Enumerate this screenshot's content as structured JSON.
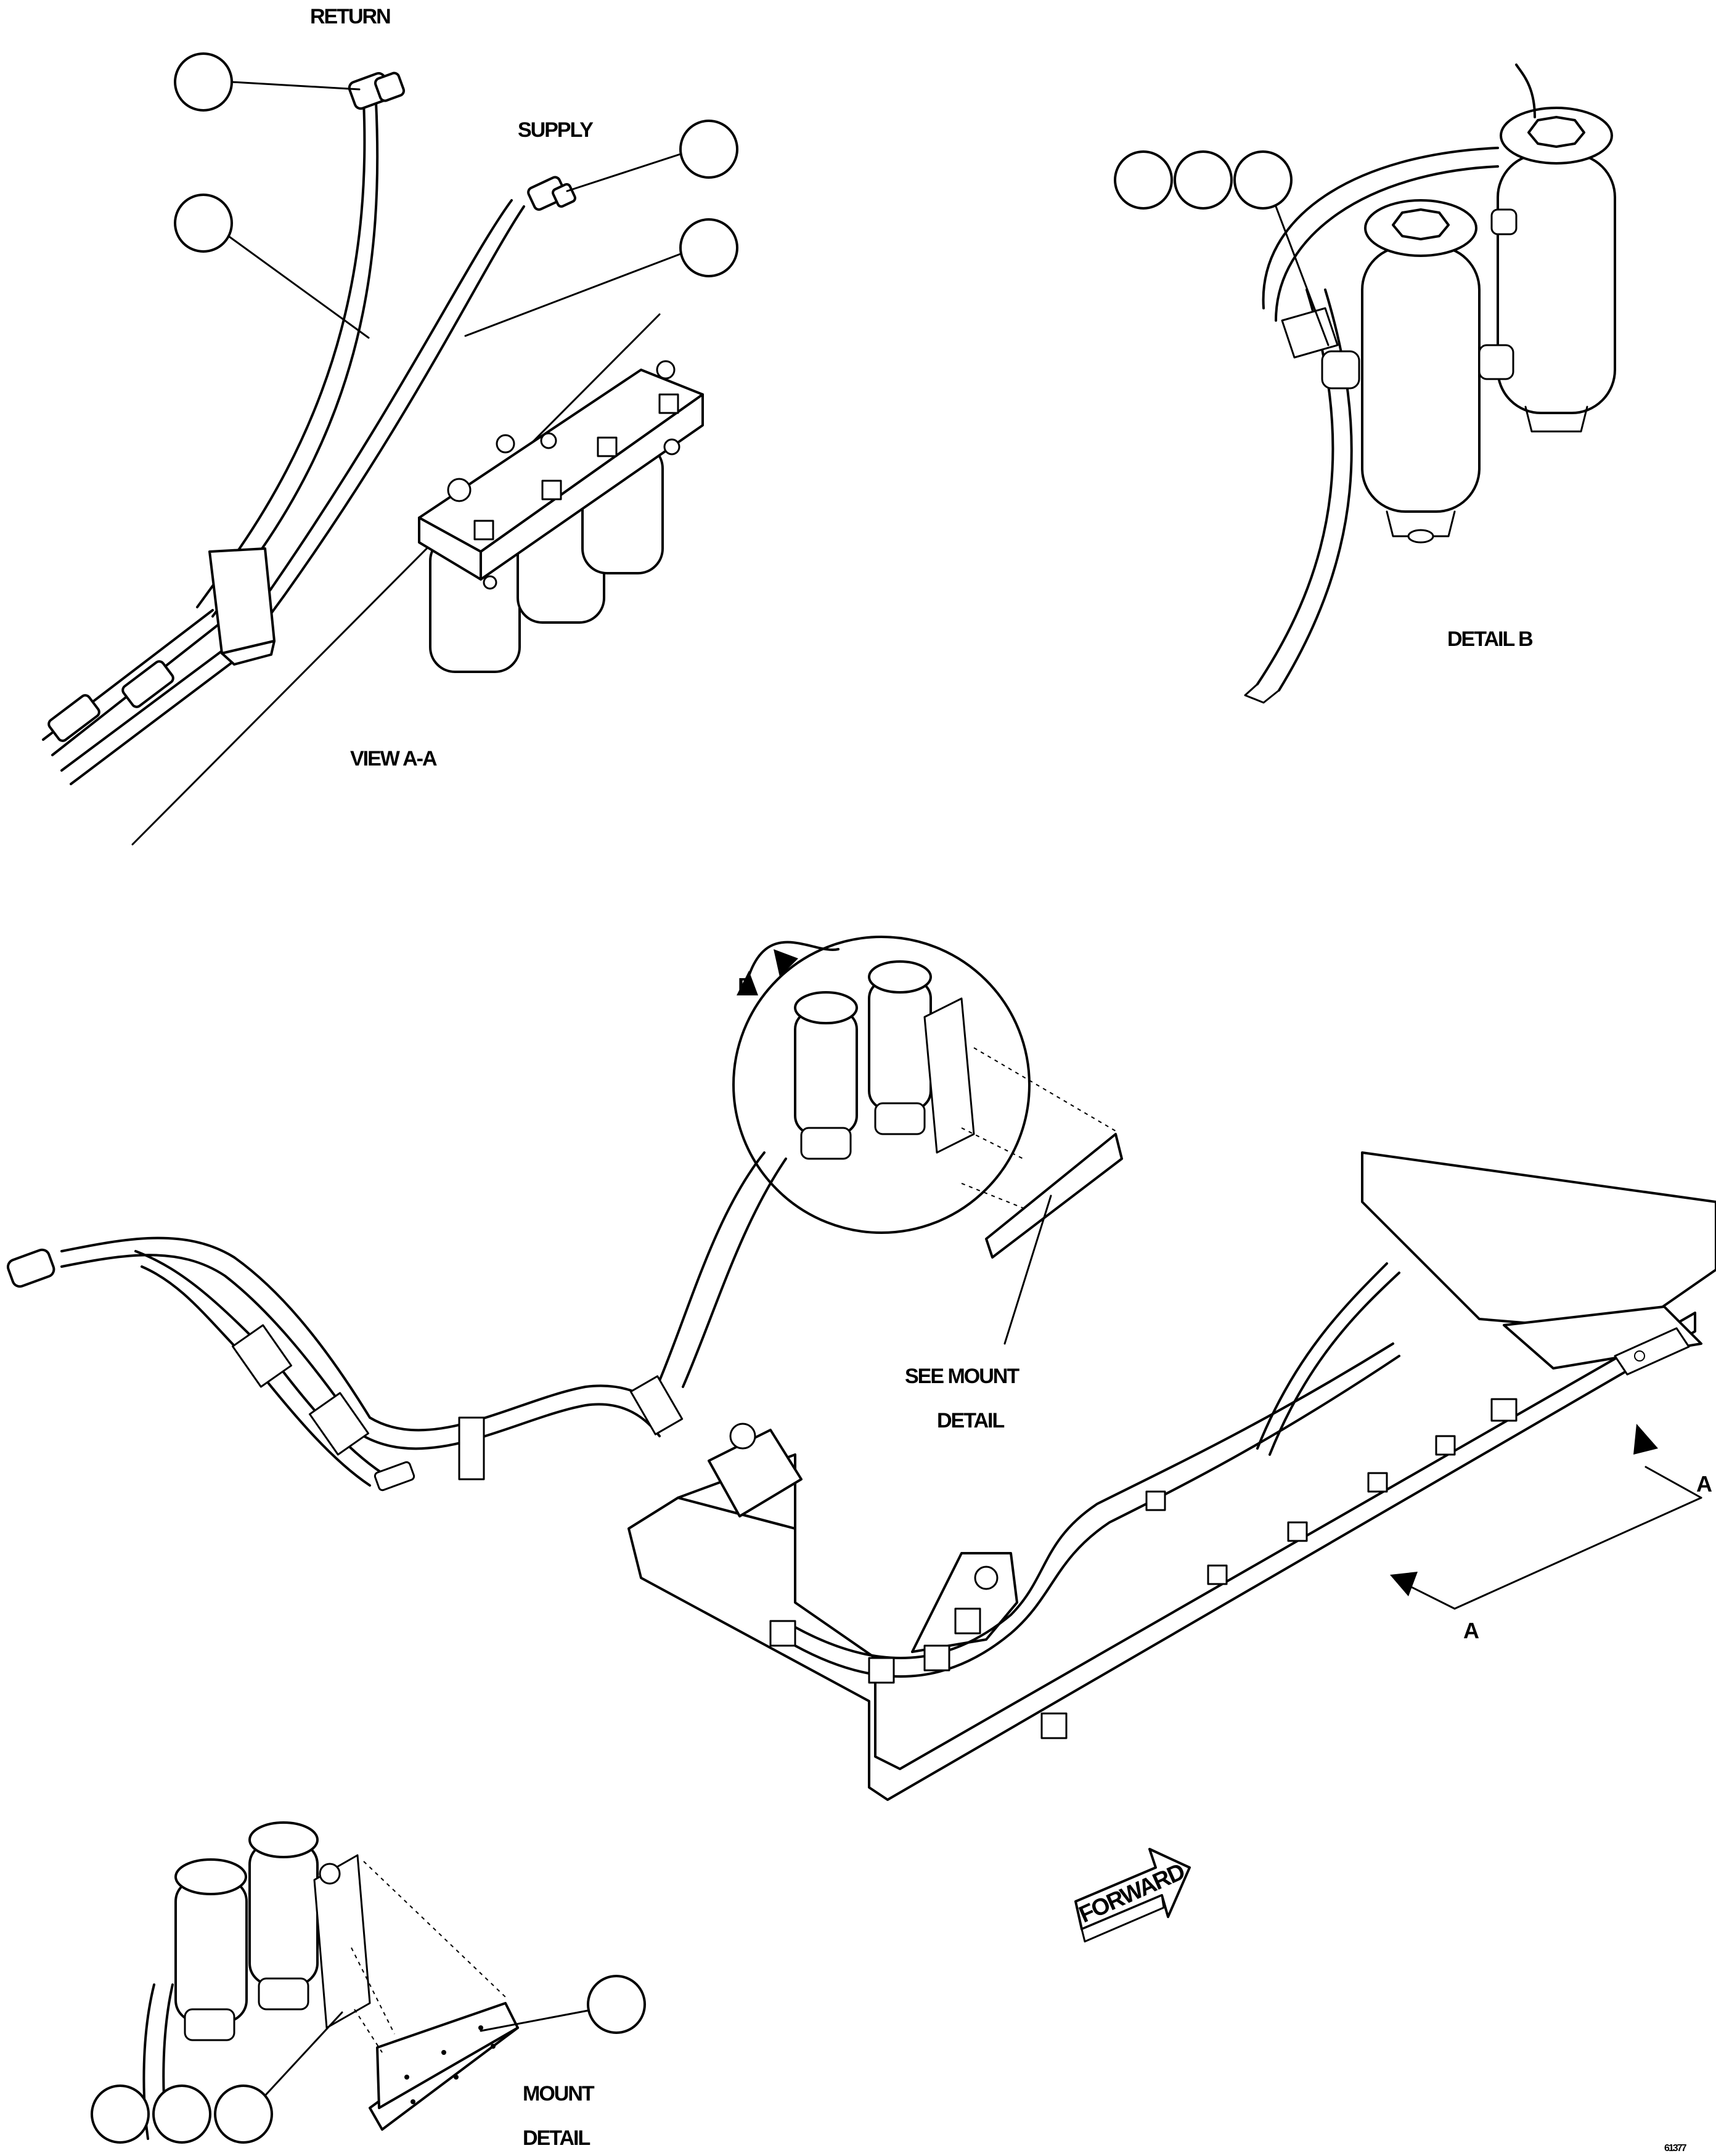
{
  "labels": {
    "return": "RETURN",
    "supply": "SUPPLY",
    "view_aa": "VIEW A-A",
    "detail_b": "DETAIL B",
    "b_marker": "B",
    "see_mount_1": "SEE MOUNT",
    "see_mount_2": "DETAIL",
    "section_a_top": "A",
    "section_a_bottom": "A",
    "forward": "FORWARD",
    "mount_1": "MOUNT",
    "mount_2": "DETAIL",
    "sheet_code": "61377"
  },
  "callouts": {
    "view_aa_left": [
      "",
      ""
    ],
    "view_aa_right": [
      "",
      ""
    ],
    "detail_b_group": [
      "",
      "",
      ""
    ],
    "mount_plate": [
      ""
    ],
    "mount_group": [
      "",
      "",
      ""
    ]
  }
}
